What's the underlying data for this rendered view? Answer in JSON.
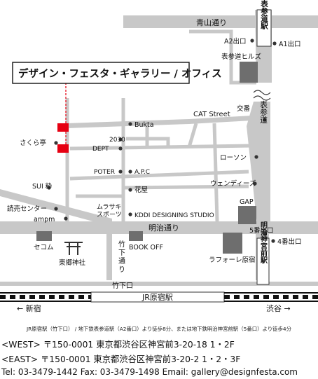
{
  "map": {
    "title": "デザイン・フェスタ・ギャラリー / オフィス",
    "roads": {
      "aoyama": "青山通り",
      "cat_street": "CAT Street",
      "omotesando": "表参道",
      "meiji": "明治通り",
      "takeshita": [
        "竹",
        "下",
        "通",
        "り"
      ]
    },
    "stations": {
      "omotesando": "表参道駅",
      "meiji_jingumae": "明治神宮前駅",
      "harajuku": "JR原宿駅"
    },
    "exits": {
      "a2": "A2出口",
      "a1": "A1出口",
      "exit5": "5番出口",
      "exit4": "4番出口",
      "takeshita_exit": "竹下口"
    },
    "landmarks": {
      "hills": "表参道ヒルズ",
      "koban": "交番",
      "bukta": "Bukta",
      "n2030": "2030",
      "dept": "DEPT",
      "sakuratei": "さくら亭",
      "poter": "POTER",
      "apc": "A.P.C",
      "lawson": "ローソン",
      "hanaya": "花屋",
      "wendys": "ウェンディーズ",
      "sui": "SUI 粋",
      "murasaki": [
        "ムラサキ",
        "スポーツ"
      ],
      "kddi": "KDDI DESIGNING STUDIO",
      "gap": "GAP",
      "yomiuri": "読売センター",
      "ampm": "ampm",
      "secom": "セコム",
      "bookoff": "BOOK OFF",
      "togo": "東郷神社",
      "laforet": "ラフォーレ原宿"
    },
    "directions": {
      "shinjuku": "← 新宿",
      "shibuya": "渋谷 →"
    },
    "colors": {
      "road": "#c8c8c8",
      "building": "#6e6e6e",
      "gallery": "#e60012",
      "rail": "#111111"
    }
  },
  "access_note": "JR原宿駅（竹下口） / 地下鉄表参道駅（A2番口）より徒歩8分、または地下鉄明治神宮前駅（5番口）より徒歩4分",
  "addresses": {
    "west": "<WEST> 〒150-0001 東京都渋谷区神宮前3-20-18 1・2F",
    "east": "<EAST> 〒150-0001 東京都渋谷区神宮前3-20-2 1・2・3F"
  },
  "contact": "Tel: 03-3479-1442  Fax: 03-3479-1498 Email: gallery@designfesta.com"
}
